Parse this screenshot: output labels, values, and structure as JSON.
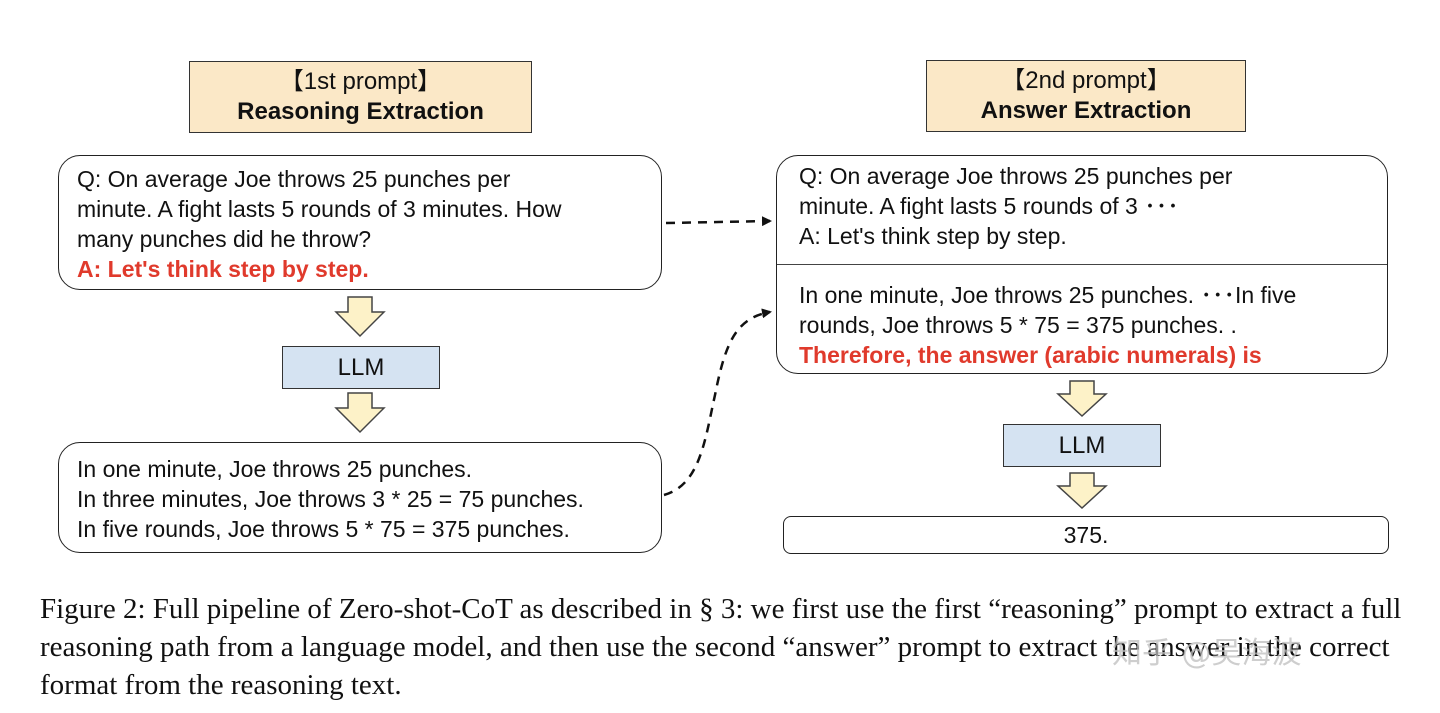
{
  "prompt1": {
    "tag": "【1st prompt】",
    "title": "Reasoning Extraction"
  },
  "prompt2": {
    "tag": "【2nd prompt】",
    "title": "Answer Extraction"
  },
  "box1": {
    "lines": [
      "Q: On average Joe throws 25 punches per",
      "minute.  A fight lasts 5 rounds of 3 minutes.  How",
      "many punches did he throw?"
    ],
    "trigger": "A: Let's think step by step."
  },
  "llm_label": "LLM",
  "box3": {
    "lines": [
      "In one minute, Joe throws 25 punches.",
      "In three minutes, Joe throws 3 * 25 = 75 punches.",
      "In five rounds, Joe throws 5 * 75 = 375 punches."
    ]
  },
  "box2": {
    "top_lines": [
      "Q: On average Joe throws 25 punches per",
      "minute.  A fight lasts 5 rounds of 3 ･･･",
      "A: Let's think step by step."
    ],
    "bottom_lines": [
      "In one minute, Joe throws 25 punches. ･･･In five",
      "rounds, Joe throws 5 * 75 = 375 punches. ."
    ],
    "trigger": "Therefore, the answer (arabic numerals) is"
  },
  "answer": "375.",
  "caption": "Figure 2: Full pipeline of Zero-shot-CoT as described in § 3: we first use the first “reasoning” prompt to extract a full reasoning path from a language model, and then use the second “answer” prompt to extract the answer in the correct format from the reasoning text.",
  "watermark": "知乎 @吴海波",
  "colors": {
    "header_fill": "#fbe8c7",
    "llm_fill": "#d5e3f2",
    "trigger_red": "#e03a2c",
    "arrow_fill": "#fdf2c8"
  }
}
